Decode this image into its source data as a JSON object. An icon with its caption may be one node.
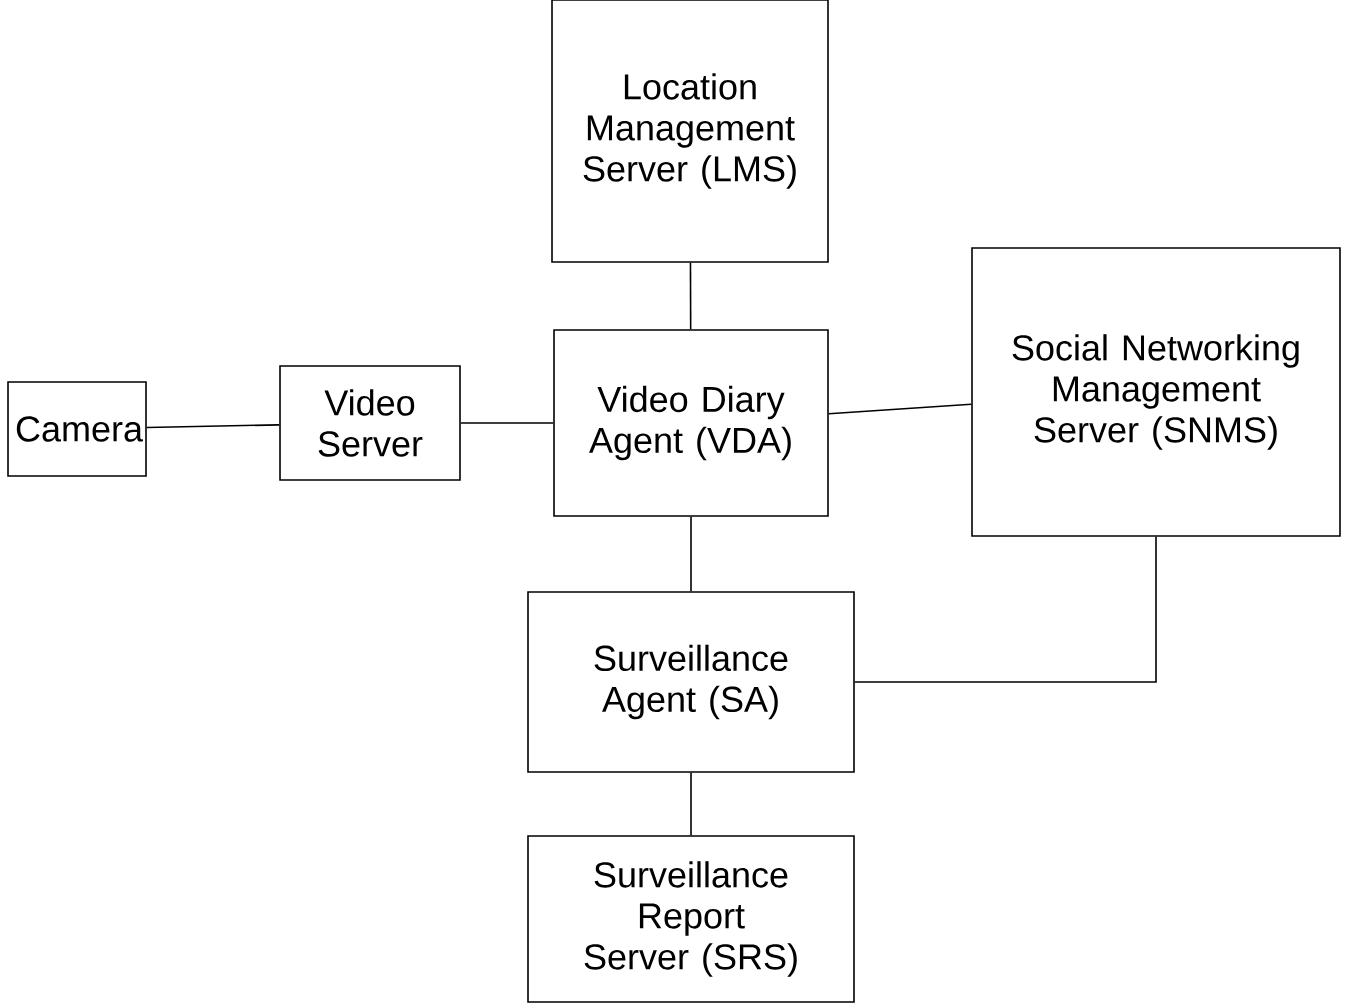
{
  "diagram": {
    "nodes": [
      {
        "text": [
          "Location Management Server (LMS)"
        ]
      },
      {
        "text": [
          "Camera"
        ]
      },
      {
        "text": [
          "Video Server"
        ]
      },
      {
        "text": [
          "Video Diary Agent (VDA)"
        ]
      },
      {
        "text": [
          "Social Networking Management Server (SNMS)"
        ]
      },
      {
        "text": [
          "Surveillance Agent (SA)"
        ]
      },
      {
        "text": [
          "Surveillance Report Server (SRS)"
        ]
      }
    ],
    "edges": [
      {
        "from": 1,
        "to": 2,
        "arrow": "none"
      },
      {
        "from": 2,
        "to": 3,
        "arrow": "none"
      },
      {
        "from": 0,
        "to": 3,
        "arrow": "none"
      },
      {
        "from": 3,
        "to": 4,
        "arrow": "none"
      },
      {
        "from": 3,
        "to": 5,
        "arrow": "none"
      },
      {
        "from": 5,
        "to": 4,
        "arrow": "none"
      },
      {
        "from": 5,
        "to": 6,
        "arrow": "none"
      }
    ]
  }
}
